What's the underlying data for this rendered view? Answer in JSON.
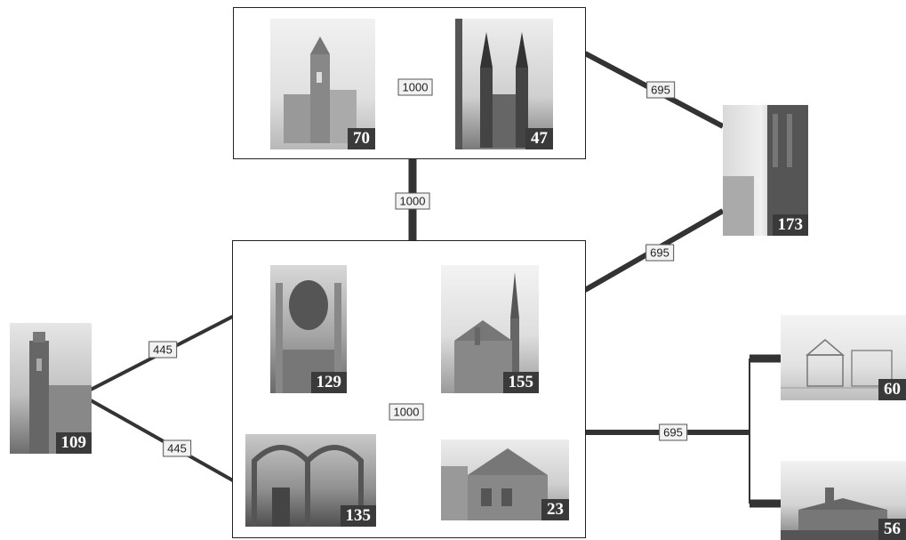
{
  "groups": [
    {
      "id": "top"
    },
    {
      "id": "bottom"
    }
  ],
  "nodes": [
    {
      "id": "70",
      "label": "70",
      "icon": "church-photo"
    },
    {
      "id": "47",
      "label": "47",
      "icon": "cathedral-photo"
    },
    {
      "id": "173",
      "label": "173",
      "icon": "church-street-photo"
    },
    {
      "id": "129",
      "label": "129",
      "icon": "church-interior-photo"
    },
    {
      "id": "155",
      "label": "155",
      "icon": "church-spire-photo"
    },
    {
      "id": "135",
      "label": "135",
      "icon": "church-interior-photo"
    },
    {
      "id": "23",
      "label": "23",
      "icon": "chapel-photo"
    },
    {
      "id": "109",
      "label": "109",
      "icon": "bell-tower-photo"
    },
    {
      "id": "60",
      "label": "60",
      "icon": "town-sketch-photo"
    },
    {
      "id": "56",
      "label": "56",
      "icon": "station-sketch-photo"
    }
  ],
  "edges": [
    {
      "from": "70",
      "to": "47",
      "weight": "1000"
    },
    {
      "from": "top",
      "to": "bottom",
      "weight": "1000"
    },
    {
      "from": "top",
      "to": "173",
      "weight": "695"
    },
    {
      "from": "bottom",
      "to": "173",
      "weight": "695"
    },
    {
      "from": "bottom-inner",
      "to": "bottom-inner",
      "weight": "1000"
    },
    {
      "from": "109",
      "to": "129",
      "weight": "445"
    },
    {
      "from": "109",
      "to": "135",
      "weight": "445"
    },
    {
      "from": "bottom",
      "to": "60|56",
      "weight": "695"
    }
  ],
  "colors": {
    "edge": "#333333",
    "tag_bg": "#3a3a3a",
    "label_bg": "#f2f2f2"
  }
}
